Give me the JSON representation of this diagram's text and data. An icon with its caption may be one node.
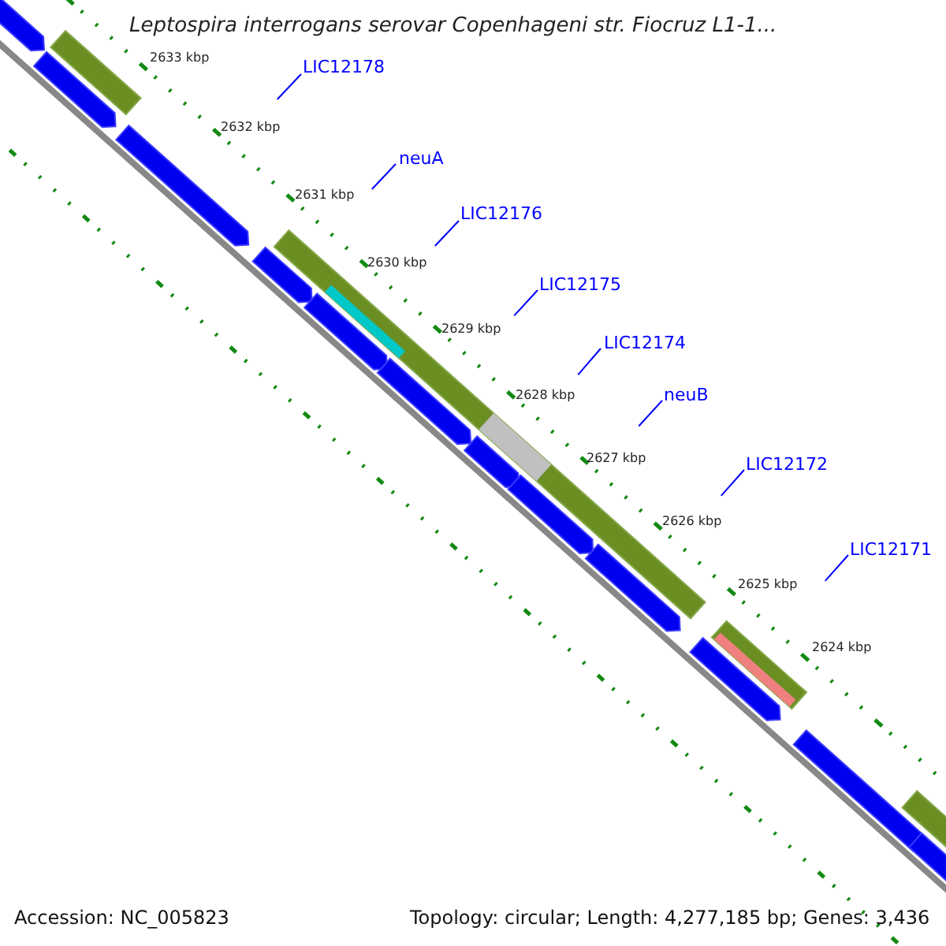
{
  "diagram": {
    "title": "Leptospira interrogans serovar Copenhageni str. Fiocruz L1-1...",
    "nodes": [
      {
        "text": [
          "LIC12178"
        ]
      },
      {
        "text": [
          "neuA"
        ]
      },
      {
        "text": [
          "LIC12176"
        ]
      },
      {
        "text": [
          "LIC12175"
        ]
      },
      {
        "text": [
          "LIC12174"
        ]
      },
      {
        "text": [
          "neuB"
        ]
      },
      {
        "text": [
          "LIC12172"
        ]
      },
      {
        "text": [
          "LIC12171"
        ]
      }
    ],
    "edges": [
      {
        "from": 0,
        "to": null,
        "arrow": "none"
      },
      {
        "from": 1,
        "to": null,
        "arrow": "none"
      },
      {
        "from": 2,
        "to": null,
        "arrow": "none"
      },
      {
        "from": 3,
        "to": null,
        "arrow": "none"
      },
      {
        "from": 4,
        "to": null,
        "arrow": "none"
      },
      {
        "from": 5,
        "to": null,
        "arrow": "none"
      },
      {
        "from": 6,
        "to": null,
        "arrow": "none"
      },
      {
        "from": 7,
        "to": null,
        "arrow": "none"
      }
    ],
    "labels": [
      "2633 kbp",
      "2632 kbp",
      "2631 kbp",
      "2630 kbp",
      "2629 kbp",
      "2628 kbp",
      "2627 kbp",
      "2626 kbp",
      "2625 kbp",
      "2624 kbp",
      "Accession: NC_005823",
      "Topology: circular; Length: 4,277,185 bp; Genes: 3,436"
    ]
  }
}
